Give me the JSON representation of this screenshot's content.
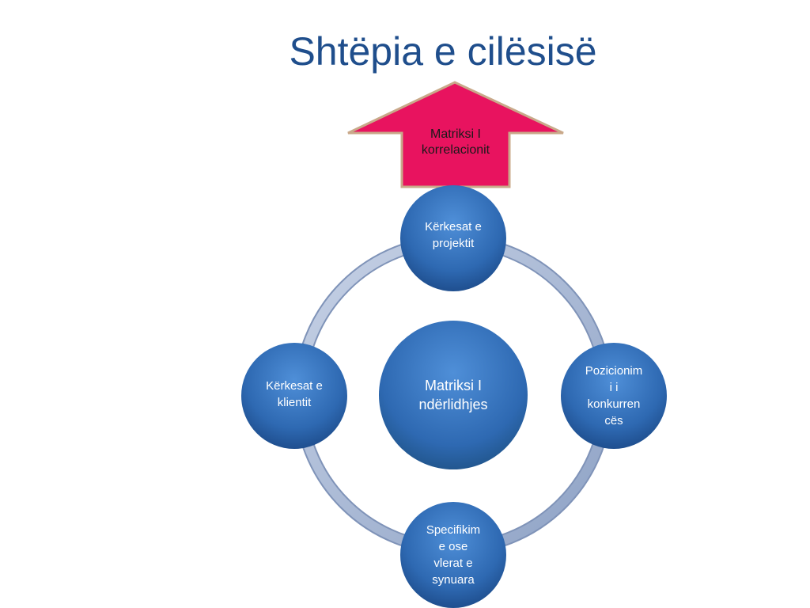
{
  "slide": {
    "title": "Shtëpia e cilësisë"
  },
  "diagram": {
    "arrow_label": "Matriksi I\nkorrelacionit",
    "center_label": "Matriksi I\nndërlidhjes",
    "nodes": {
      "top": "Kërkesat e\nprojektit",
      "left": "Kërkesat e\nklientit",
      "right": "Pozicionim\ni i\nkonkurren\ncës",
      "bottom": "Specifikim\ne ose\nvlerat e\nsynuara"
    },
    "colors": {
      "arrow_fill": "#e8135f",
      "arrow_stroke": "#c9a98a",
      "node_fill": "#2f6cb5",
      "ring": "#a8b8d4",
      "title": "#1f4e8c"
    }
  }
}
